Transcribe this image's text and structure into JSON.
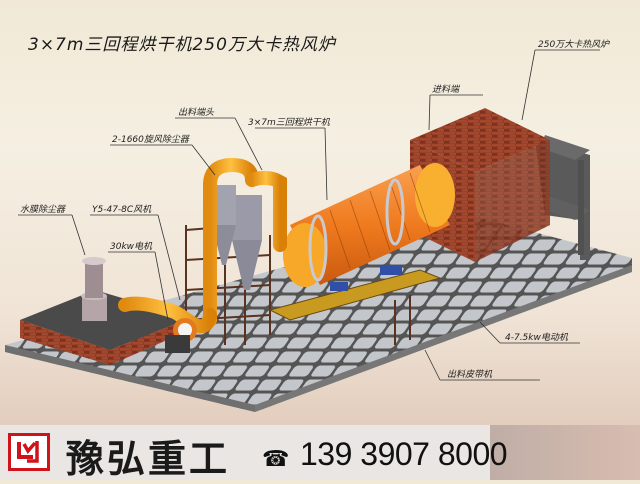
{
  "title": "3×7m三回程烘干机250万大卡热风炉",
  "labels": {
    "hot_air_furnace": "250万大卡热风炉",
    "feed_end": "进料端",
    "discharge_head": "出料端头",
    "dryer": "3×7m三回程烘干机",
    "cyclone": "2-1660旋风除尘器",
    "water_film": "水膜除尘器",
    "fan": "Y5-47-8C风机",
    "motor_30kw": "30kw电机",
    "motor_75kw": "4-7.5kw电动机",
    "belt_conveyor": "出料皮带机"
  },
  "footer": {
    "brand": "豫弘重工",
    "phone_icon": "telephone-icon",
    "phone": "139 3907 8000",
    "logo_color": "#d0121b"
  },
  "colors": {
    "dryer_orange": "#f07a1e",
    "pipe_yellow": "#f5a623",
    "brick": "#8e3b26",
    "paving": "#b9bcc0"
  }
}
